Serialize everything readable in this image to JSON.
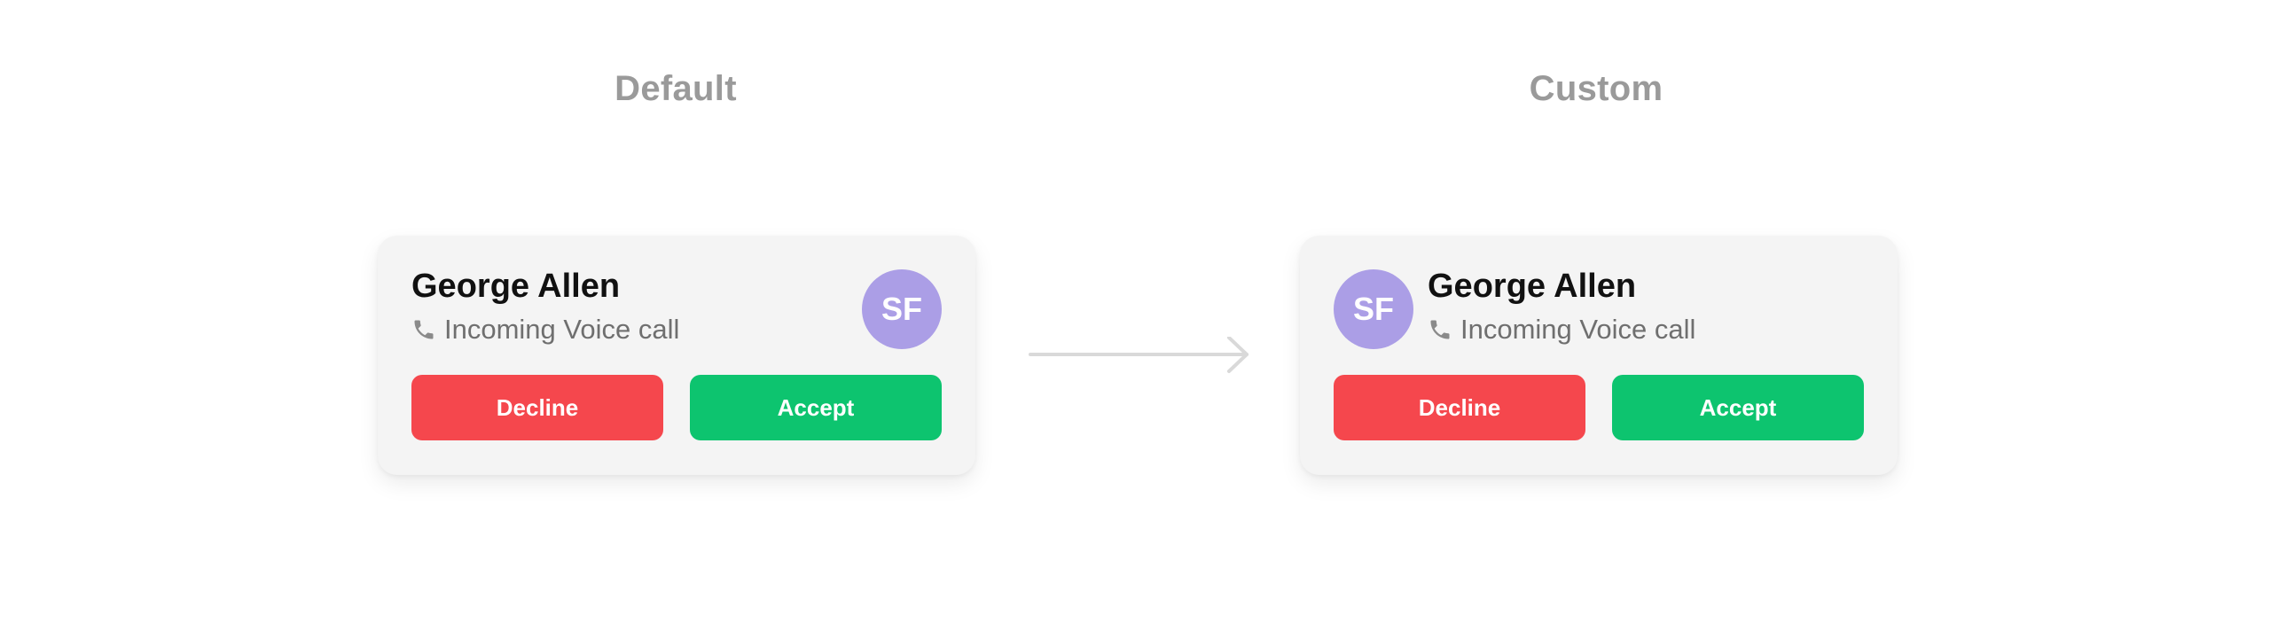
{
  "sections": {
    "default_title": "Default",
    "custom_title": "Custom"
  },
  "default_card": {
    "caller_name": "George Allen",
    "status_text": "Incoming Voice call",
    "avatar_initials": "SF",
    "decline_label": "Decline",
    "accept_label": "Accept"
  },
  "custom_card": {
    "caller_name": "George Allen",
    "status_text": "Incoming Voice call",
    "avatar_initials": "SF",
    "decline_label": "Decline",
    "accept_label": "Accept"
  },
  "icons": {
    "status": "phone-icon",
    "transition": "arrow-right-icon"
  },
  "colors": {
    "decline": "#f5474d",
    "accept": "#0dc46f",
    "avatar": "#ab9ee6",
    "card_background": "#f4f4f4",
    "section_title": "#9a9a9a"
  }
}
